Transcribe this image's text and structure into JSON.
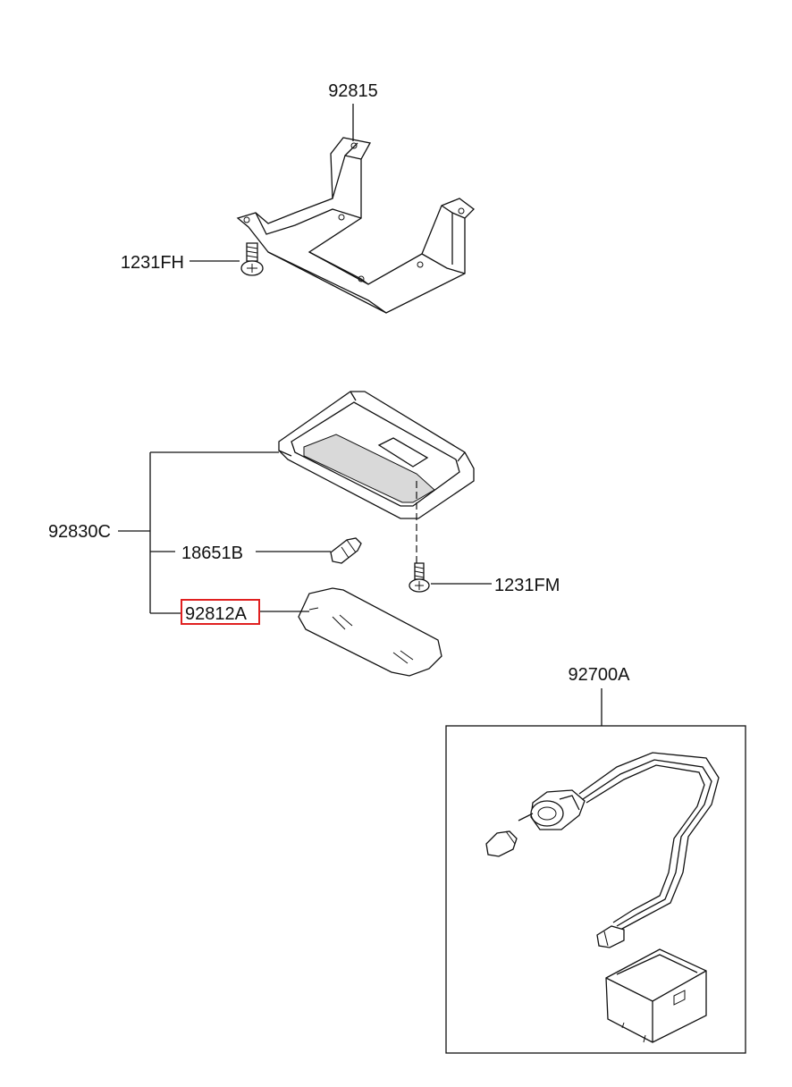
{
  "diagram": {
    "labels": {
      "bracket": "92815",
      "bracket_screw": "1231FH",
      "lamp_assembly": "92830C",
      "bulb": "18651B",
      "lamp_screw": "1231FM",
      "lens": "92812A",
      "harness_kit": "92700A"
    },
    "highlight_color": "#e02020"
  }
}
